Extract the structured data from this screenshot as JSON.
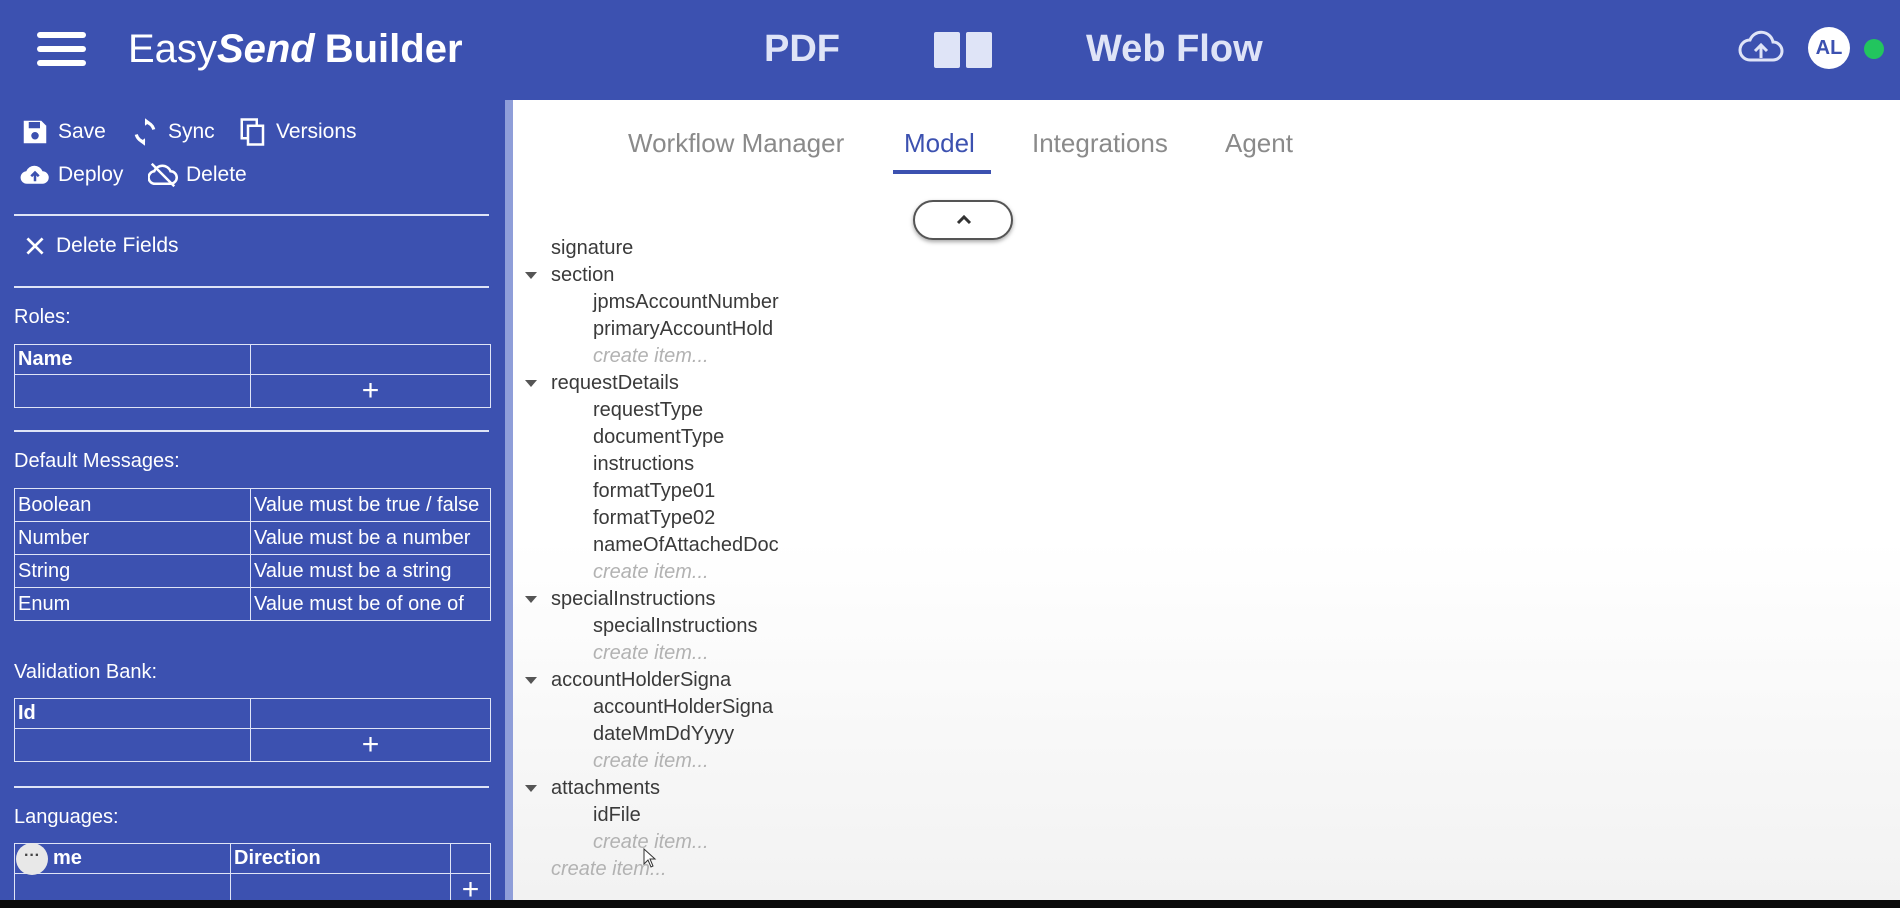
{
  "app": {
    "brand_easy": "Easy",
    "brand_send": "Send",
    "brand_builder": "Builder",
    "mode_pdf": "PDF",
    "mode_web": "Web Flow",
    "avatar_initials": "AL"
  },
  "toolbar": {
    "save": "Save",
    "sync": "Sync",
    "versions": "Versions",
    "deploy": "Deploy",
    "delete": "Delete",
    "delete_fields": "Delete Fields"
  },
  "sidebar": {
    "roles": {
      "label": "Roles:",
      "header": [
        "Name",
        ""
      ],
      "add": "+"
    },
    "default_messages": {
      "label": "Default Messages:",
      "rows": [
        [
          "Boolean",
          "Value must be true / false"
        ],
        [
          "Number",
          "Value must be a number"
        ],
        [
          "String",
          "Value must be a string"
        ],
        [
          "Enum",
          "Value must be of one of"
        ]
      ]
    },
    "validation_bank": {
      "label": "Validation Bank:",
      "header": [
        "Id",
        ""
      ],
      "add": "+"
    },
    "languages": {
      "label": "Languages:",
      "header": [
        "me",
        "Direction",
        ""
      ],
      "add": "+",
      "more": "···"
    }
  },
  "tabs": [
    "Workflow Manager",
    "Model",
    "Integrations",
    "Agent"
  ],
  "active_tab": "Model",
  "tree": {
    "create_label": "create item...",
    "top": "signature",
    "groups": [
      {
        "name": "section",
        "items": [
          "jpmsAccountNumber",
          "primaryAccountHold"
        ]
      },
      {
        "name": "requestDetails",
        "items": [
          "requestType",
          "documentType",
          "instructions",
          "formatType01",
          "formatType02",
          "nameOfAttachedDoc"
        ]
      },
      {
        "name": "specialInstructions",
        "items": [
          "specialInstructions"
        ]
      },
      {
        "name": "accountHolderSigna",
        "items": [
          "accountHolderSigna",
          "dateMmDdYyyy"
        ]
      },
      {
        "name": "attachments",
        "items": [
          "idFile"
        ]
      }
    ],
    "root_create": "create item..."
  },
  "colors": {
    "brand_blue": "#3c51b0",
    "online": "#22c55e"
  }
}
